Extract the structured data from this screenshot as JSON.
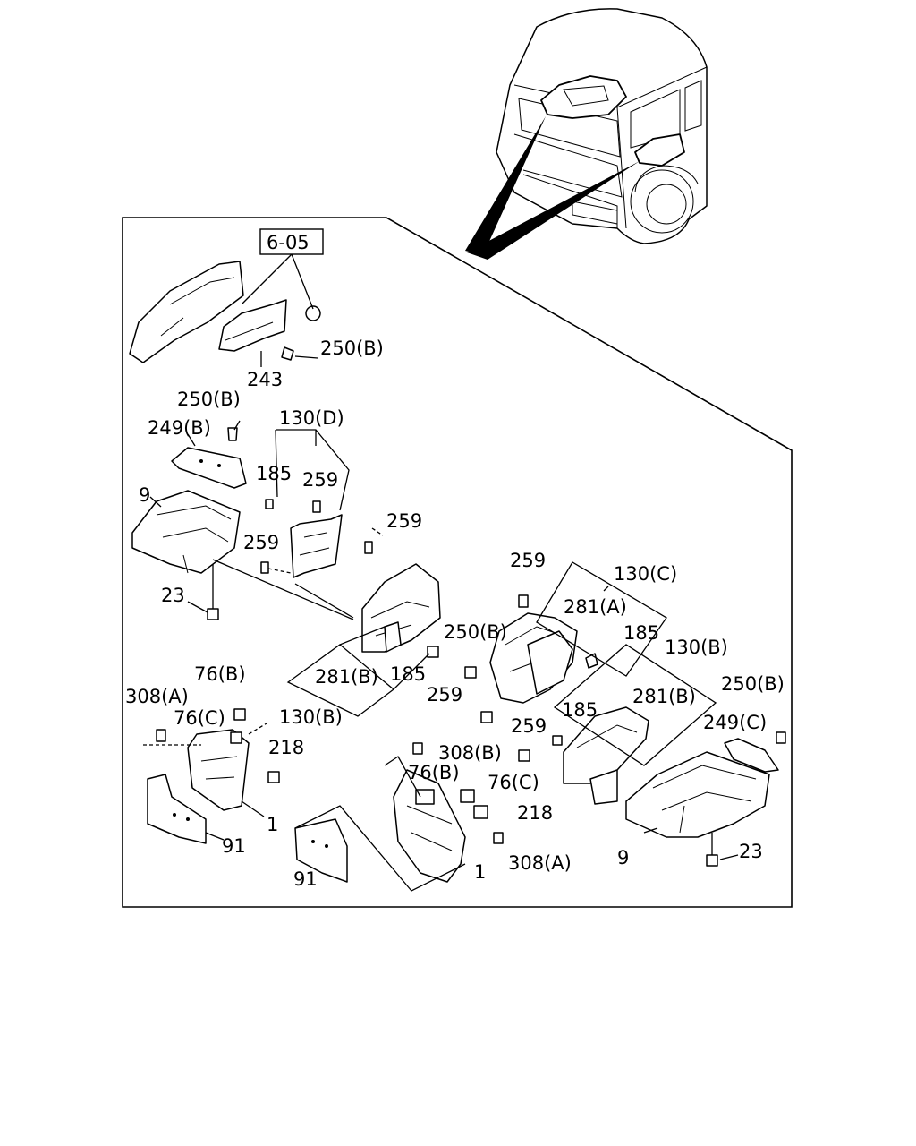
{
  "reference_box": "6-05",
  "callouts": {
    "c250B_top": "250(B)",
    "c243": "243",
    "c250B_left": "250(B)",
    "c249B": "249(B)",
    "c130D": "130(D)",
    "c185_a": "185",
    "c259_a": "259",
    "c9_left": "9",
    "c259_b": "259",
    "c259_c": "259",
    "c23_left": "23",
    "c259_d": "259",
    "c130C": "130(C)",
    "c281A": "281(A)",
    "c250B_mid": "250(B)",
    "c185_b": "185",
    "c130B_right": "130(B)",
    "c281B_left": "281(B)",
    "c185_c": "185",
    "c130B_left": "130(B)",
    "c259_e": "259",
    "c185_d": "185",
    "c281B_right": "281(B)",
    "c250B_right": "250(B)",
    "c249C": "249(C)",
    "c259_f": "259",
    "c76B_left": "76(B)",
    "c308A_left": "308(A)",
    "c76C_left": "76(C)",
    "c218_left": "218",
    "c1_left": "1",
    "c91_left": "91",
    "c308B": "308(B)",
    "c76B_mid": "76(B)",
    "c76C_mid": "76(C)",
    "c218_mid": "218",
    "c308A_mid": "308(A)",
    "c1_mid": "1",
    "c91_mid": "91",
    "c9_right": "9",
    "c23_right": "23"
  }
}
